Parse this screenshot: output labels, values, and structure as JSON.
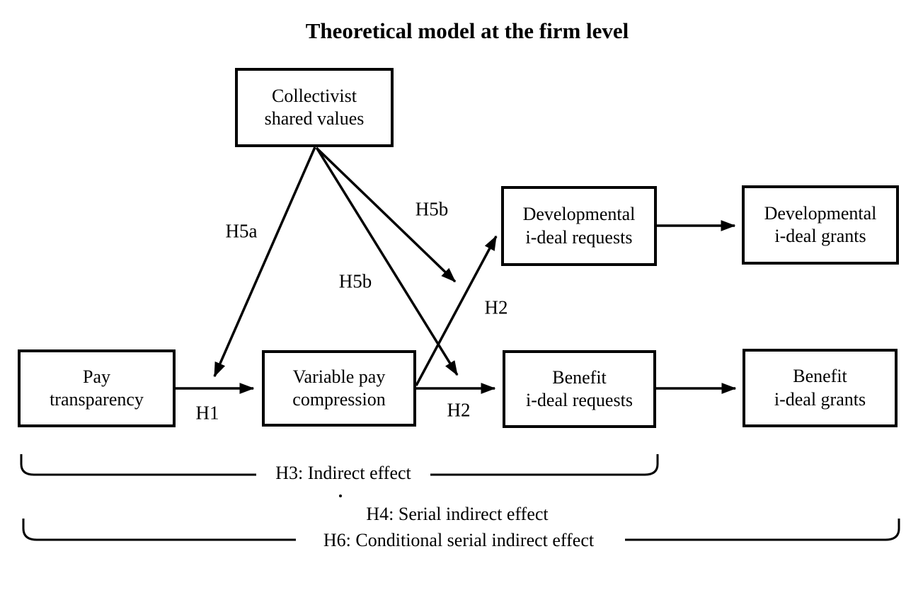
{
  "title": "Theoretical model at the firm level",
  "boxes": {
    "collectivist": {
      "line1": "Collectivist",
      "line2": "shared values"
    },
    "pay_transparency": {
      "line1": "Pay",
      "line2": "transparency"
    },
    "variable_pay": {
      "line1": "Variable pay",
      "line2": "compression"
    },
    "dev_requests": {
      "line1": "Developmental",
      "line2": "i-deal requests"
    },
    "dev_grants": {
      "line1": "Developmental",
      "line2": "i-deal grants"
    },
    "benefit_requests": {
      "line1": "Benefit",
      "line2": "i-deal requests"
    },
    "benefit_grants": {
      "line1": "Benefit",
      "line2": "i-deal grants"
    }
  },
  "path_labels": {
    "h1": "H1",
    "h2_benefit": "H2",
    "h2_developmental": "H2",
    "h5a": "H5a",
    "h5b_upper": "H5b",
    "h5b_lower": "H5b"
  },
  "effect_labels": {
    "h3": "H3: Indirect effect",
    "h4": "H4: Serial indirect effect",
    "h6": "H6: Conditional serial indirect effect"
  },
  "colors": {
    "ink": "#000000",
    "background": "#ffffff"
  }
}
